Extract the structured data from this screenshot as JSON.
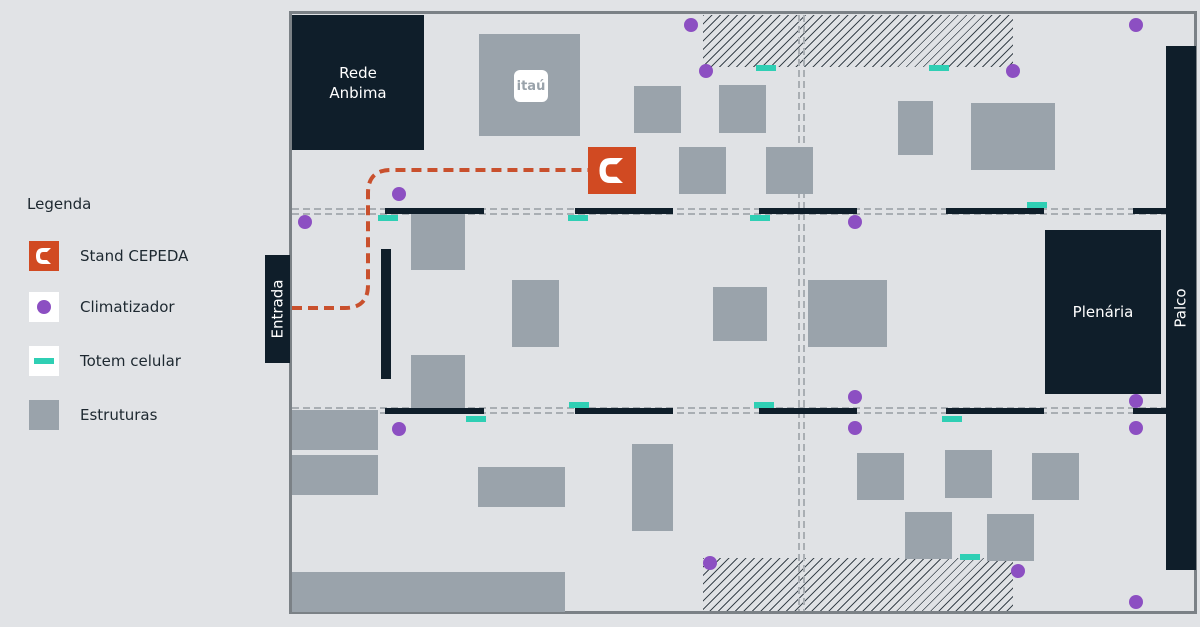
{
  "legend": {
    "title": "Legenda",
    "items": [
      {
        "key": "stand",
        "icon": "cepeda-logo-icon",
        "label": "Stand CEPEDA"
      },
      {
        "key": "climatizador",
        "icon": "purple-dot-icon",
        "label": "Climatizador"
      },
      {
        "key": "totem",
        "icon": "teal-bar-icon",
        "label": "Totem celular"
      },
      {
        "key": "estruturas",
        "icon": "gray-square-icon",
        "label": "Estruturas"
      }
    ]
  },
  "map": {
    "labels": {
      "rede_anbima": "Rede\nAnbima",
      "entrada": "Entrada",
      "plenaria": "Plenária",
      "palco": "Palco",
      "itau": "itaú"
    }
  },
  "colors": {
    "stand": "#d14a22",
    "climatizador": "#8c4fc2",
    "totem": "#2fcfb4",
    "estruturas": "#9aa3ab",
    "dark_areas": "#0f1e2a",
    "route": "#c9502d",
    "background": "#e1e3e6"
  }
}
